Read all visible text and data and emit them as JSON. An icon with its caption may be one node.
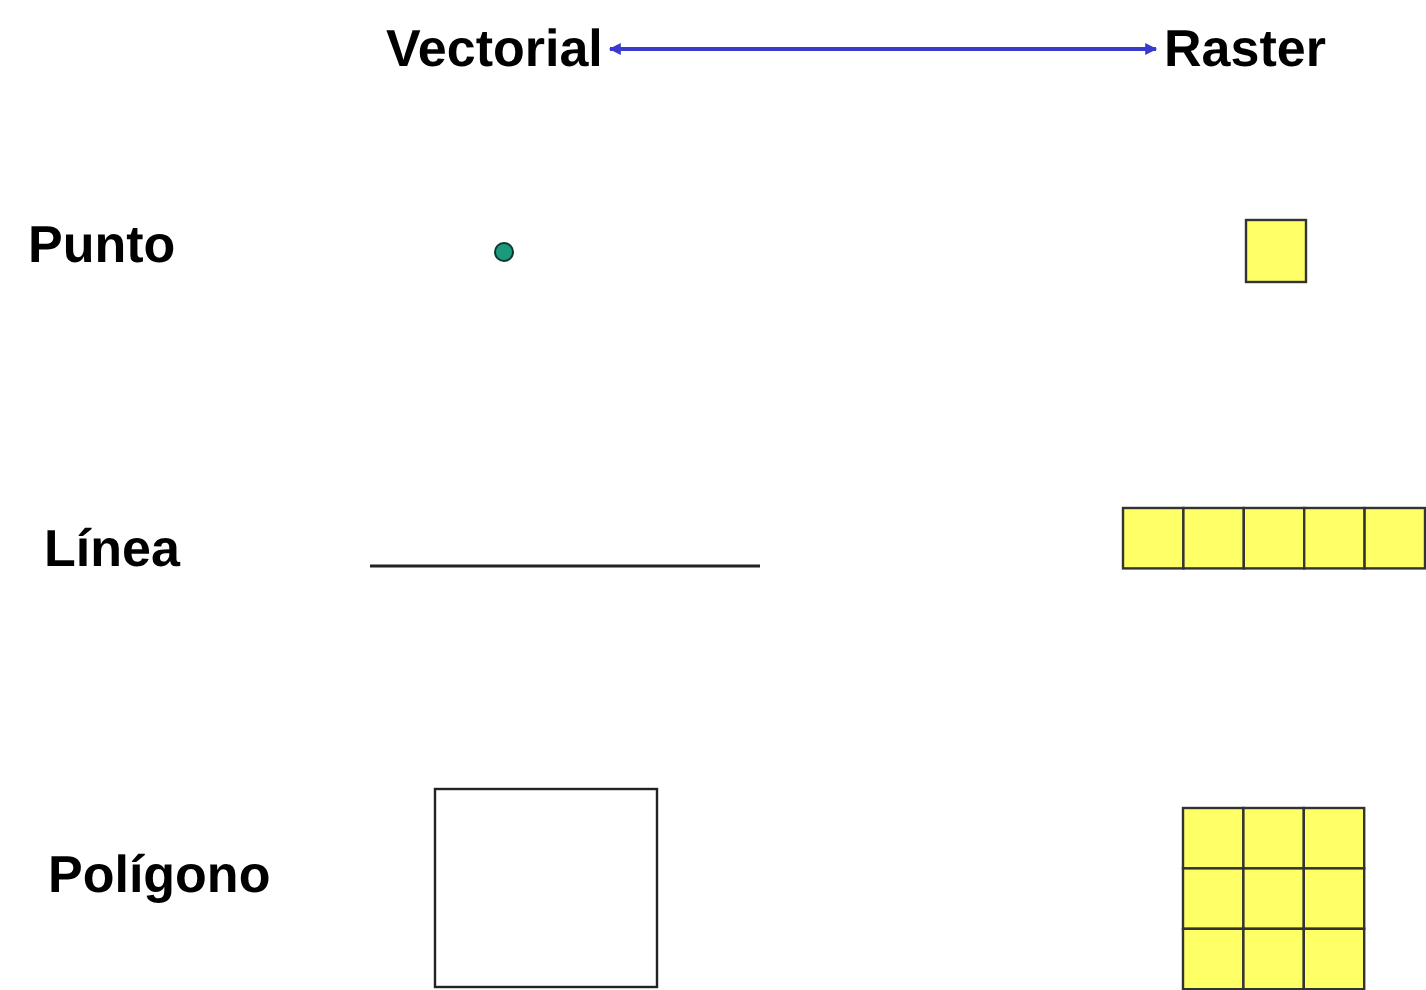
{
  "diagram": {
    "nodes": [
      {
        "text": [
          "Vectorial"
        ]
      },
      {
        "text": [
          "Raster"
        ]
      }
    ],
    "edges": [
      {
        "from": 0,
        "to": 1,
        "arrow": "both"
      }
    ],
    "labels": [
      "Punto",
      "Línea",
      "Polígono"
    ]
  }
}
